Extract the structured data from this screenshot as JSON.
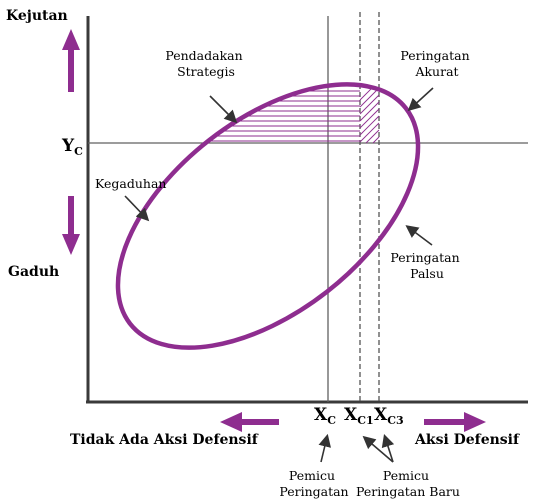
{
  "labels": {
    "y_top": "Kejutan",
    "y_bottom": "Gaduh",
    "yc_main": "Y",
    "yc_sub": "C",
    "x_left": "Tidak Ada Aksi Defensif",
    "x_right": "Aksi Defensif",
    "xc_main": "X",
    "xc_sub": "C",
    "xc1_main": "X",
    "xc1_sub": "C1",
    "xc3_main": "X",
    "xc3_sub": "C3"
  },
  "annotations": {
    "pendadakan": [
      "Pendadakan",
      "Strategis"
    ],
    "peringatan_akurat": [
      "Peringatan",
      "Akurat"
    ],
    "kegaduhan": "Kegaduhan",
    "peringatan_palsu": [
      "Peringatan",
      "Palsu"
    ],
    "pemicu_peringatan": [
      "Pemicu",
      "Peringatan"
    ],
    "pemicu_baru": [
      "Pemicu",
      "Peringatan Baru"
    ]
  },
  "colors": {
    "accent": "#8e2d8f",
    "axis": "#3a3a3a",
    "grid": "#606060"
  }
}
